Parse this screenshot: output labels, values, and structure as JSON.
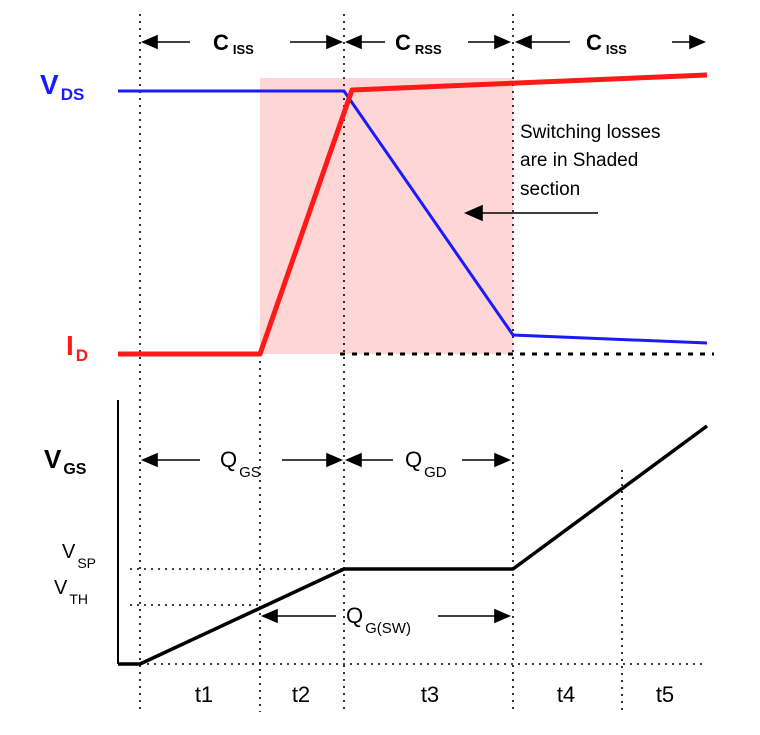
{
  "colors": {
    "vds": "#1a1aff",
    "id": "#ff1a1a",
    "vgs": "#000000",
    "shade": "#ffd6d6",
    "guide": "#000000"
  },
  "top": {
    "labels": {
      "vds_main": "V",
      "vds_sub": "DS",
      "id_main": "I",
      "id_sub": "D"
    },
    "capacitance": [
      {
        "main": "C",
        "sub": "ISS"
      },
      {
        "main": "C",
        "sub": "RSS"
      },
      {
        "main": "C",
        "sub": "ISS"
      }
    ],
    "annotation": [
      "Switching losses",
      "are in Shaded",
      "section"
    ]
  },
  "bottom": {
    "labels": {
      "vgs_main": "V",
      "vgs_sub": "GS",
      "vsp_main": "V",
      "vsp_sub": "SP",
      "vth_main": "V",
      "vth_sub": "TH"
    },
    "charges": [
      {
        "main": "Q",
        "sub": "GS"
      },
      {
        "main": "Q",
        "sub": "GD"
      },
      {
        "main": "Q",
        "sub": "G(SW)"
      }
    ],
    "intervals": [
      "t1",
      "t2",
      "t3",
      "t4",
      "t5"
    ]
  }
}
